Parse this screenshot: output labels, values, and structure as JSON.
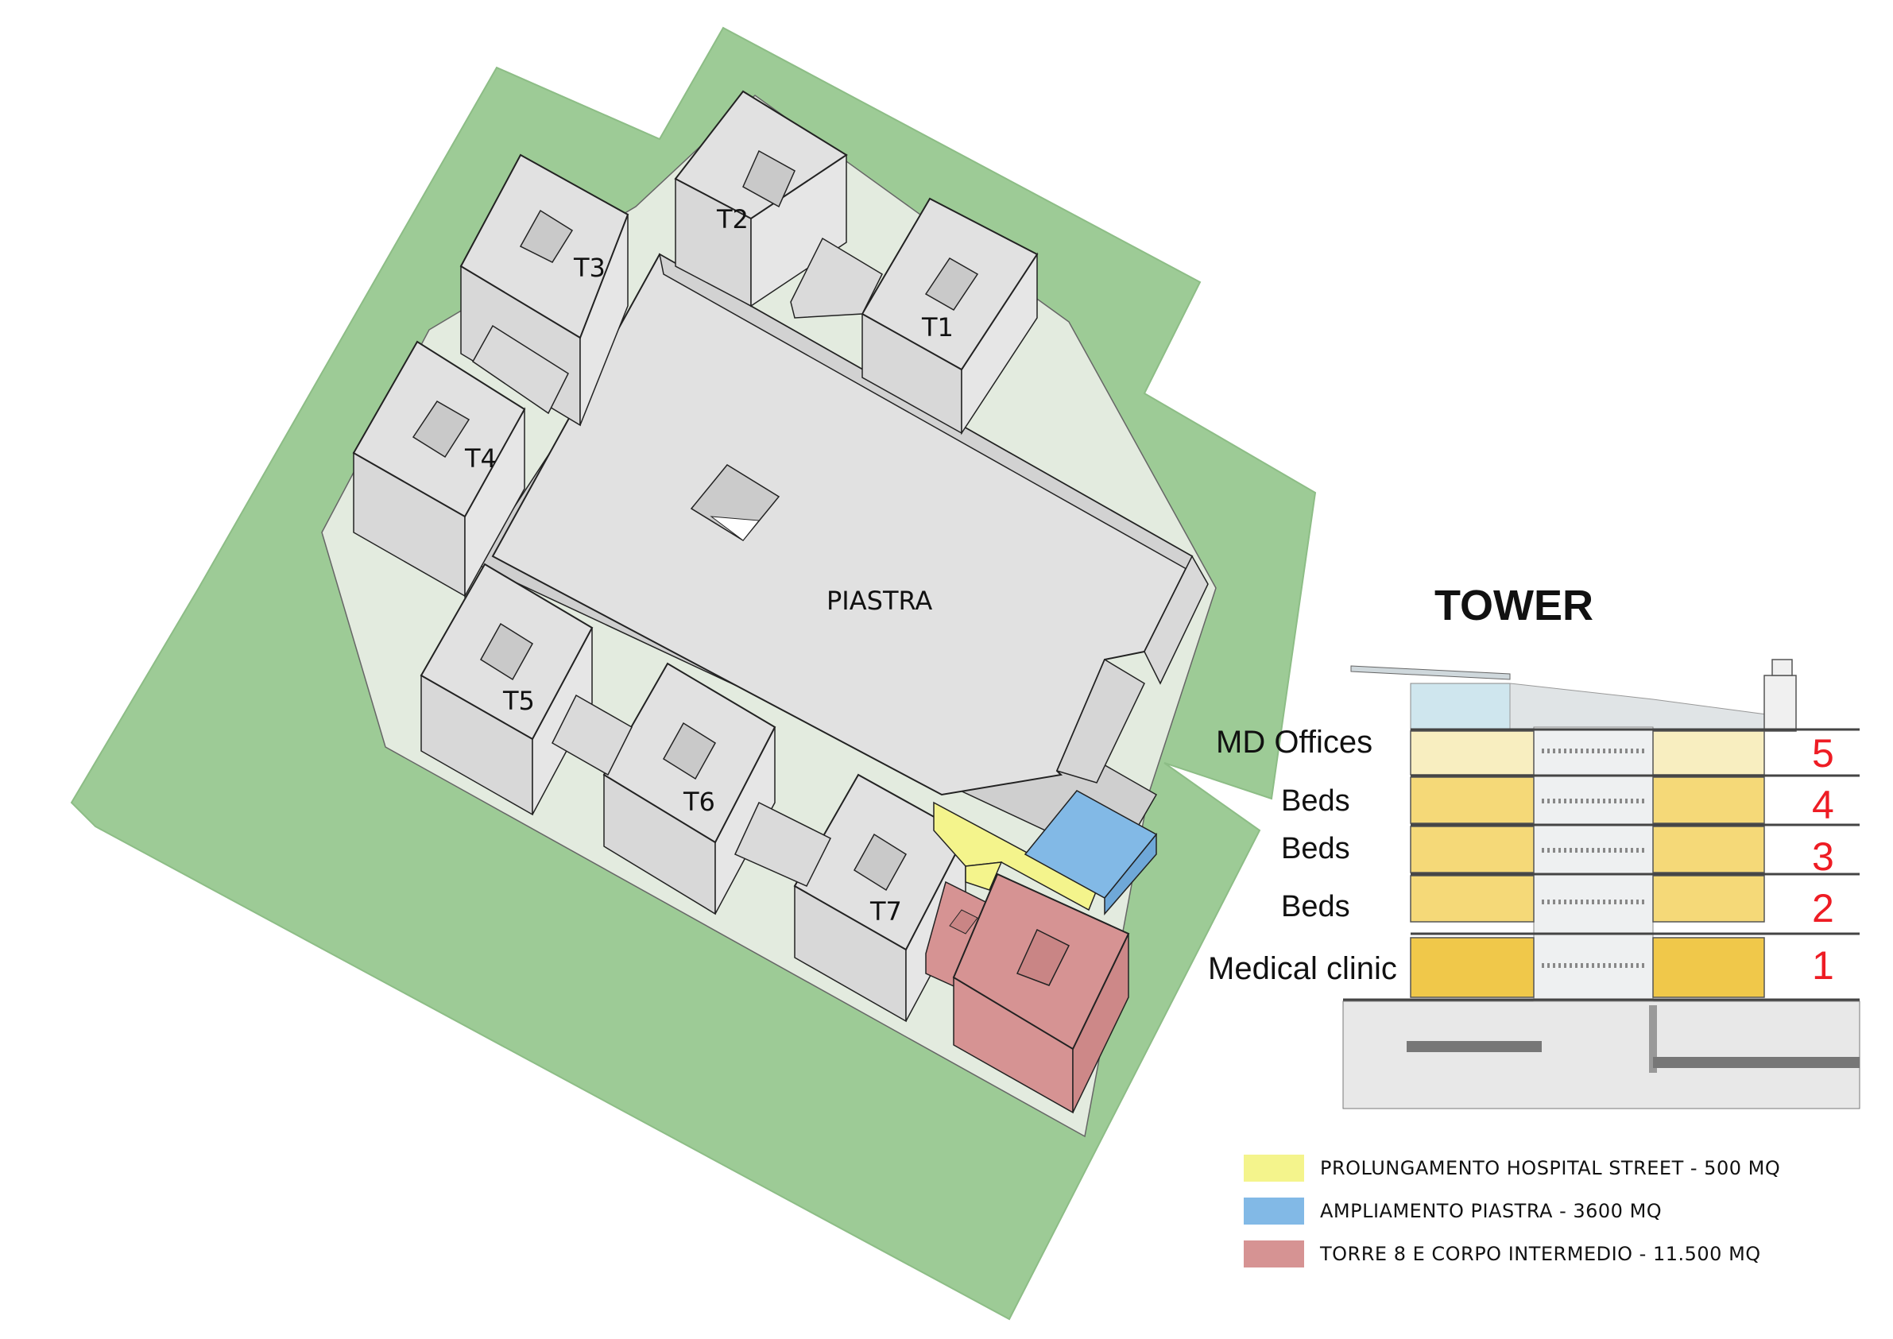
{
  "site": {
    "buildings": [
      {
        "id": "T1",
        "label": "T1"
      },
      {
        "id": "T2",
        "label": "T2"
      },
      {
        "id": "T3",
        "label": "T3"
      },
      {
        "id": "T4",
        "label": "T4"
      },
      {
        "id": "T5",
        "label": "T5"
      },
      {
        "id": "T6",
        "label": "T6"
      },
      {
        "id": "T7",
        "label": "T7"
      }
    ],
    "podium_label": "PIASTRA"
  },
  "tower_section": {
    "title": "TOWER",
    "floors": [
      {
        "use": "MD Offices",
        "number": "5"
      },
      {
        "use": "Beds",
        "number": "4"
      },
      {
        "use": "Beds",
        "number": "3"
      },
      {
        "use": "Beds",
        "number": "2"
      },
      {
        "use": "Medical clinic",
        "number": "1"
      }
    ]
  },
  "legend": [
    {
      "color": "#f4f48c",
      "label": "PROLUNGAMENTO HOSPITAL STREET - 500 MQ"
    },
    {
      "color": "#82b9e6",
      "label": "AMPLIAMENTO PIASTRA - 3600 MQ"
    },
    {
      "color": "#d69393",
      "label": "TORRE 8 E CORPO INTERMEDIO - 11.500 MQ"
    }
  ],
  "colors": {
    "site_green": "#9dcb96",
    "building_gray": "#dedede",
    "floor_number_red": "#ee1c24"
  }
}
